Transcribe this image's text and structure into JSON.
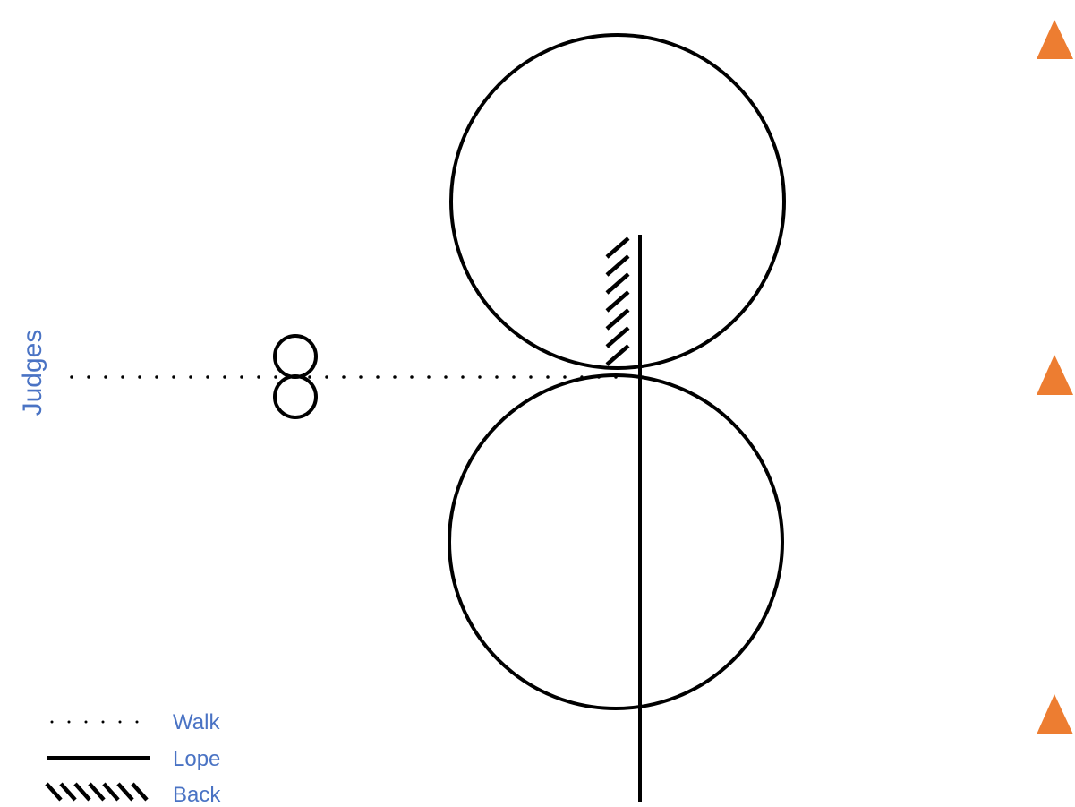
{
  "judges_label": "Judges",
  "legend": {
    "walk_label": "Walk",
    "lope_label": "Lope",
    "back_label": "Back"
  },
  "colors": {
    "label_text": "#4a73c4",
    "cone": "#ed7d31",
    "lines": "#000000"
  },
  "markers": [
    {
      "name": "cone-marker-top",
      "icon": "orange-triangle-cone-icon"
    },
    {
      "name": "cone-marker-middle",
      "icon": "orange-triangle-cone-icon"
    },
    {
      "name": "cone-marker-bottom",
      "icon": "orange-triangle-cone-icon"
    }
  ]
}
